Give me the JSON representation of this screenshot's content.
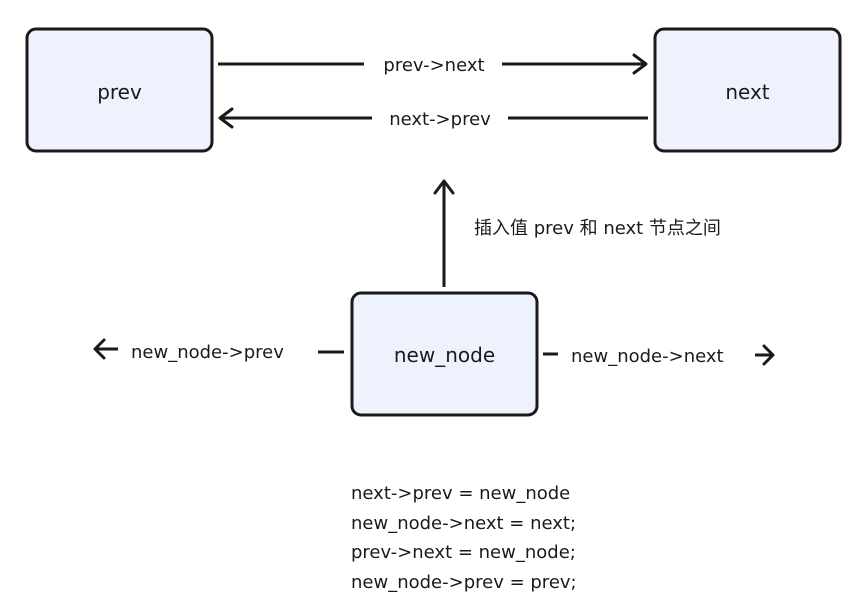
{
  "nodes": {
    "prev": "prev",
    "next": "next",
    "new_node": "new_node"
  },
  "edges": {
    "prev_to_next": "prev->next",
    "next_to_prev": "next->prev",
    "insert_note": "插入值 prev 和 next 节点之间",
    "new_prev": "new_node->prev",
    "new_next": "new_node->next"
  },
  "code": [
    "next->prev = new_node",
    "new_node->next = next;",
    "prev->next = new_node;",
    "new_node->prev = prev;"
  ],
  "colors": {
    "node_fill": "#eef2fd",
    "stroke": "#1a1a1a"
  }
}
